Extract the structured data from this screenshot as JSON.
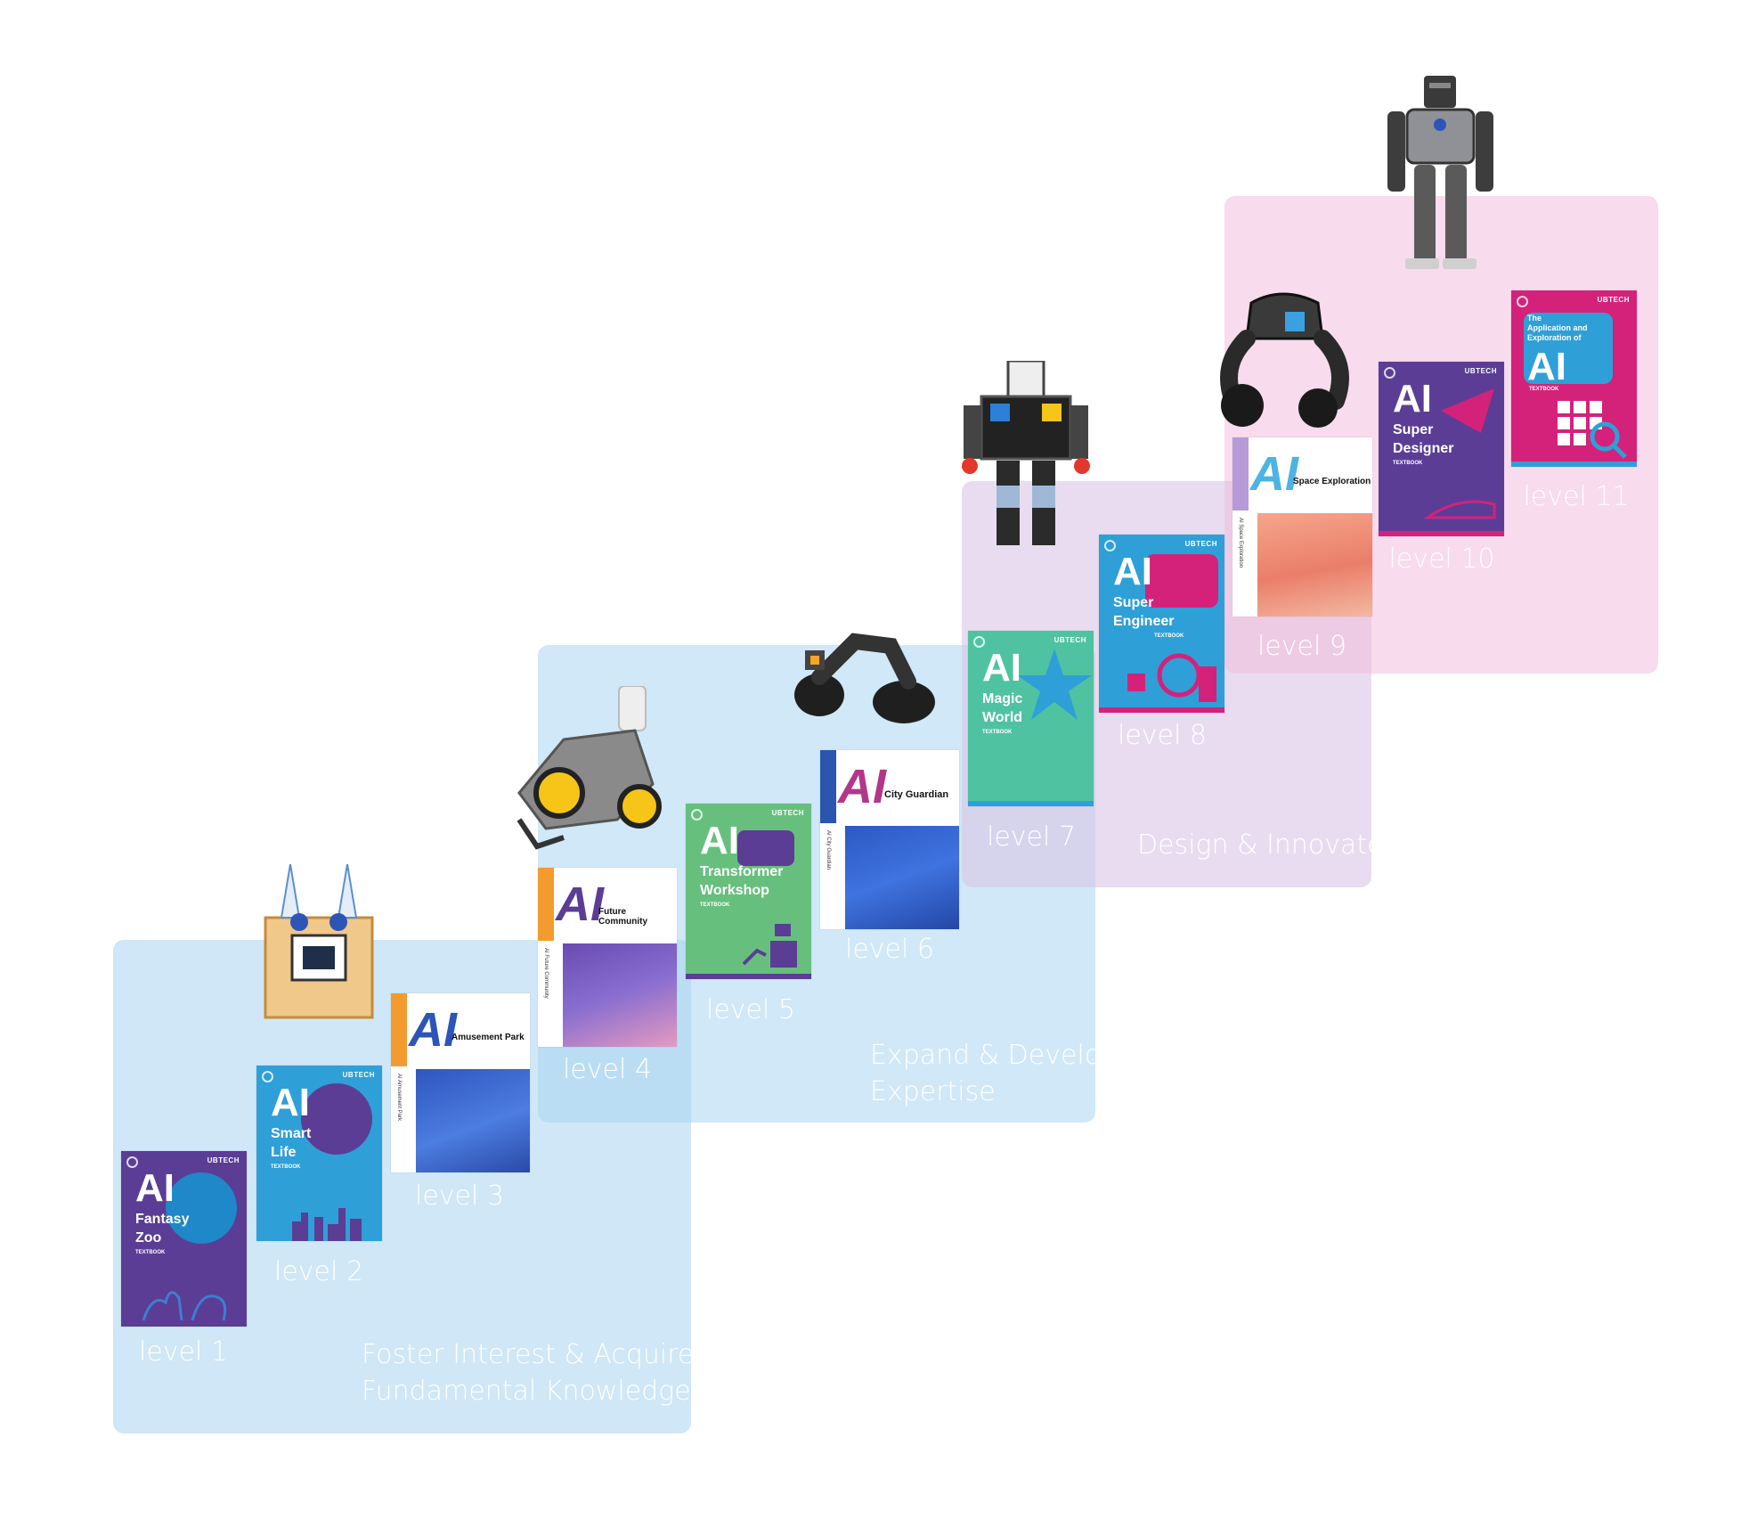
{
  "stages": [
    {
      "label": "Foster Interest & Acquire\nFundamental Knowledge",
      "color": "#a9d6f2"
    },
    {
      "label": "Expand & Develop\nExpertise",
      "color": "#a9d6f2"
    },
    {
      "label": "Design & Innovate",
      "color": "#e6d5ec"
    },
    {
      "label": "",
      "color": "#f3c6df"
    }
  ],
  "levels": [
    "level 1",
    "level 2",
    "level 3",
    "level 4",
    "level 5",
    "level 6",
    "level 7",
    "level 8",
    "level 9",
    "level 10",
    "level 11"
  ],
  "books": [
    {
      "ai": "AI",
      "title": "Fantasy\nZoo",
      "textbook": "TEXTBOOK",
      "brand": "UBTECH",
      "color": "#5b3d96",
      "accent": "#1e88c8"
    },
    {
      "ai": "AI",
      "title": "Smart\nLife",
      "textbook": "TEXTBOOK",
      "brand": "UBTECH",
      "color": "#2f9fd8",
      "accent": "#5b3d96"
    },
    {
      "ai": "AI",
      "title": "Amusement Park",
      "side": "AI Amusement Park",
      "color": "#f39b2e",
      "accent": "#2d55b8"
    },
    {
      "ai": "AI",
      "title": "Future Community",
      "side": "AI Future Community",
      "color": "#f39b2e",
      "accent": "#7452b4"
    },
    {
      "ai": "AI",
      "title": "Transformer\nWorkshop",
      "textbook": "TEXTBOOK",
      "brand": "UBTECH",
      "color": "#67bf7e",
      "accent": "#5b3d96"
    },
    {
      "ai": "AI",
      "title": "City Guardian",
      "side": "AI City Guardian",
      "color": "#2a56b0",
      "accent": "#3a6fd0"
    },
    {
      "ai": "AI",
      "title": "Magic\nWorld",
      "textbook": "TEXTBOOK",
      "brand": "UBTECH",
      "color": "#4fc3a1",
      "accent": "#2f9fd8"
    },
    {
      "ai": "AI",
      "title": "Super\nEngineer",
      "textbook": "TEXTBOOK",
      "brand": "UBTECH",
      "color": "#2f9fd8",
      "accent": "#d4227a"
    },
    {
      "ai": "AI",
      "title": "Space Exploration",
      "side": "AI Space Exploration",
      "color": "#b69bd8",
      "accent": "#f08c73"
    },
    {
      "ai": "AI",
      "title": "Super\nDesigner",
      "textbook": "TEXTBOOK",
      "brand": "UBTECH",
      "color": "#5b3d96",
      "accent": "#d4227a"
    },
    {
      "ai": "AI",
      "title": "The\nApplication and\nExploration of",
      "textbook": "TEXTBOOK",
      "brand": "UBTECH",
      "color": "#d4227a",
      "accent": "#2f9fd8"
    }
  ],
  "robots": [
    "robot-kit-cube",
    "robot-kit-car",
    "robot-wheeled-arm",
    "robot-humanoid-kit",
    "robot-quadruped",
    "robot-humanoid"
  ]
}
